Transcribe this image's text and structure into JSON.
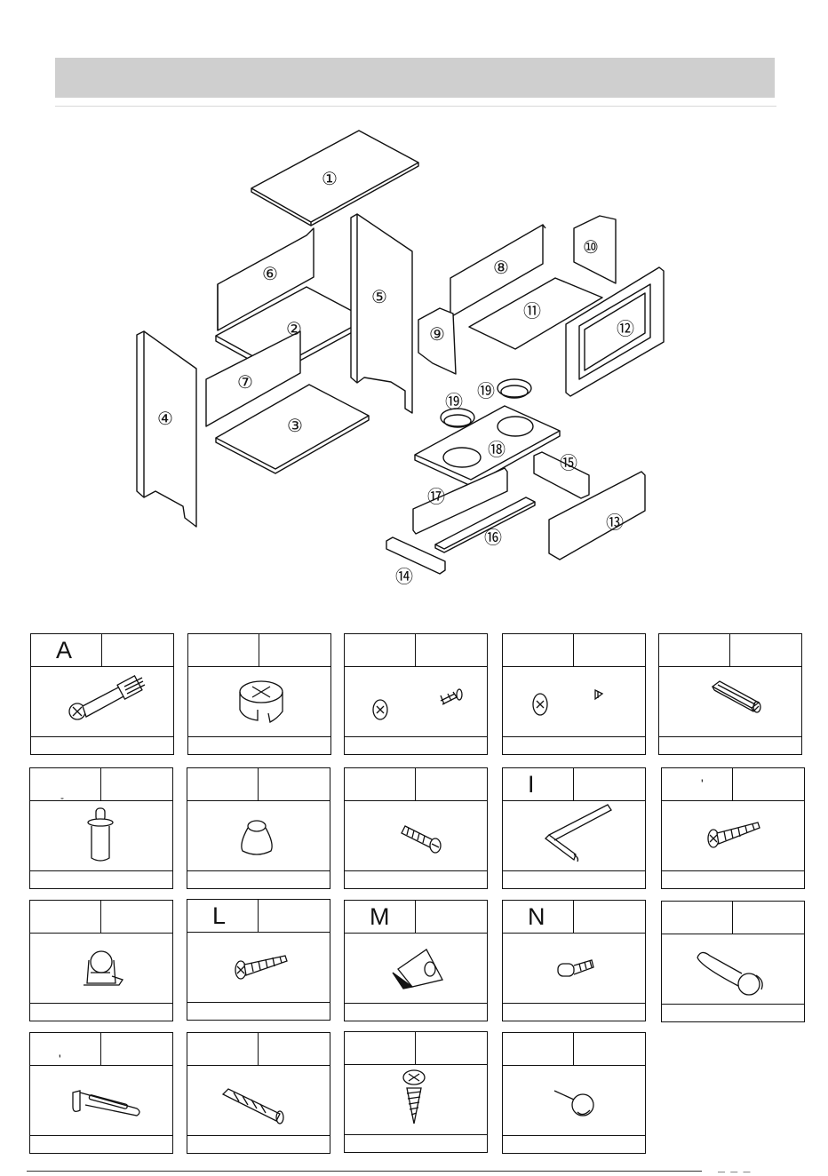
{
  "header": {
    "title": ""
  },
  "diagram": {
    "parts": [
      {
        "id": "1",
        "label": "①"
      },
      {
        "id": "2",
        "label": "②"
      },
      {
        "id": "3",
        "label": "③"
      },
      {
        "id": "4",
        "label": "④"
      },
      {
        "id": "5",
        "label": "⑤"
      },
      {
        "id": "6",
        "label": "⑥"
      },
      {
        "id": "7",
        "label": "⑦"
      },
      {
        "id": "8",
        "label": "⑧"
      },
      {
        "id": "9",
        "label": "⑨"
      },
      {
        "id": "10",
        "label": "⑩"
      },
      {
        "id": "11",
        "label": "⑪"
      },
      {
        "id": "12",
        "label": "⑫"
      },
      {
        "id": "13",
        "label": "⑬"
      },
      {
        "id": "14",
        "label": "⑭"
      },
      {
        "id": "15",
        "label": "⑮"
      },
      {
        "id": "16",
        "label": "⑯"
      },
      {
        "id": "17",
        "label": "⑰"
      },
      {
        "id": "18",
        "label": "⑱"
      },
      {
        "id": "19",
        "label": "⑲"
      }
    ]
  },
  "hardware": [
    {
      "letter": "A",
      "icon": "cam-bolt-icon"
    },
    {
      "letter": "",
      "icon": "cam-lock-icon"
    },
    {
      "letter": "",
      "icon": "cap-and-screw-icon"
    },
    {
      "letter": "",
      "icon": "cap-and-small-screw-icon"
    },
    {
      "letter": "",
      "icon": "wood-dowel-icon"
    },
    {
      "letter": "-",
      "icon": "shelf-support-pin-icon"
    },
    {
      "letter": "",
      "icon": "knob-icon"
    },
    {
      "letter": "",
      "icon": "machine-screw-icon"
    },
    {
      "letter": "I",
      "icon": "allen-key-icon"
    },
    {
      "letter": "'",
      "icon": "wood-screw-icon"
    },
    {
      "letter": "",
      "icon": "caster-icon"
    },
    {
      "letter": "L",
      "icon": "long-wood-screw-icon"
    },
    {
      "letter": "M",
      "icon": "corner-bracket-icon"
    },
    {
      "letter": "N",
      "icon": "shelf-pin-icon"
    },
    {
      "letter": "",
      "icon": "handle-icon"
    },
    {
      "letter": "'",
      "icon": "l-bracket-icon"
    },
    {
      "letter": "",
      "icon": "wall-anchor-icon"
    },
    {
      "letter": "",
      "icon": "pan-head-screw-icon"
    },
    {
      "letter": "",
      "icon": "nail-glide-icon"
    }
  ],
  "footer": {
    "marks": "— — —"
  }
}
